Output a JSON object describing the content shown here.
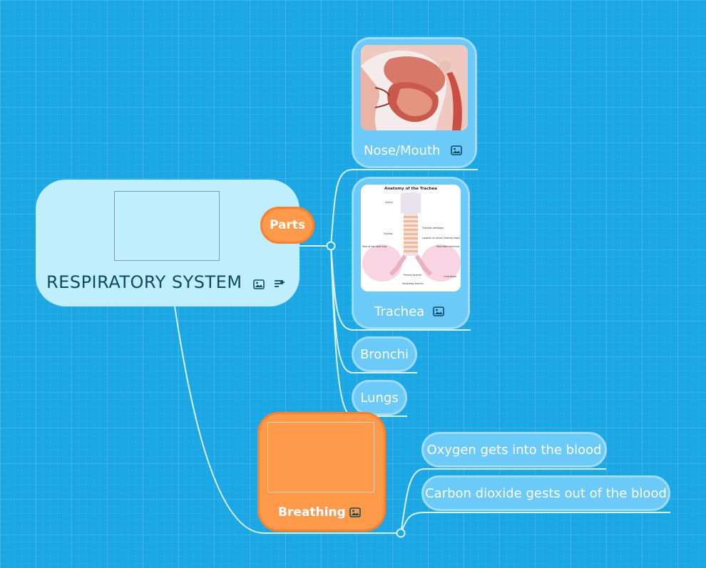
{
  "mindmap": {
    "root": {
      "title": "RESPIRATORY SYSTEM",
      "icons": [
        "image-icon",
        "notes-icon"
      ]
    },
    "parts": {
      "label": "Parts",
      "children": [
        {
          "label": "Nose/Mouth",
          "icon": "image-icon"
        },
        {
          "label": "Trachea",
          "icon": "image-icon"
        },
        {
          "label": "Bronchi"
        },
        {
          "label": "Lungs"
        }
      ]
    },
    "breathing": {
      "label": "Breathing",
      "icon": "image-icon",
      "children": [
        {
          "label": "Oxygen gets into the blood"
        },
        {
          "label": "Carbon dioxide gests out of the blood"
        }
      ]
    }
  },
  "trachea_image": {
    "title": "Anatomy of the Trachea",
    "labels": [
      "Larynx",
      "Tracheal cartilages",
      "Trachea",
      "Location of carina (internal ridge)",
      "Main stem bronchus",
      "Root of the right lung",
      "Primary bronchi",
      "Lung tissue",
      "Secondary bronchi"
    ]
  },
  "colors": {
    "background": "#1aa7e6",
    "root_fill": "#bfeefd",
    "node_blue": "#6ccaf8",
    "node_orange": "#ff9a4a",
    "connector": "#d9f3ff"
  }
}
